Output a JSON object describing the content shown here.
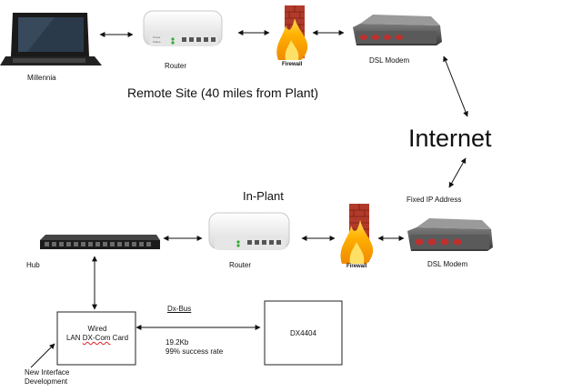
{
  "devices": {
    "millennia": "Millennia",
    "router_top": "Router",
    "firewall_top": "Firewall",
    "modem_top": "DSL Modem",
    "hub": "Hub",
    "router_bottom": "Router",
    "firewall_bottom": "Firewall",
    "modem_bottom": "DSL Modem",
    "router_panel_line1": "Power",
    "router_panel_line2": "Status"
  },
  "headings": {
    "remote_site": "Remote Site (40 miles from Plant)",
    "internet": "Internet",
    "in_plant": "In-Plant",
    "fixed_ip": "Fixed IP Address"
  },
  "bus": {
    "label": "Dx-Bus",
    "speed": "19.2Kb",
    "success": "99% success rate"
  },
  "card_box": {
    "line1": "Wired",
    "line2_prefix": "LAN ",
    "line2_brand": "DX-Com",
    "line2_suffix": " Card"
  },
  "dx_box": {
    "label": "DX4404"
  },
  "note": {
    "line1": "New Interface",
    "line2": "Development"
  },
  "colors": {
    "modem_led": "#c0302f",
    "firewall_brick": "#b23a2a",
    "flame": "#f5a000",
    "laptop_screen": "#2b3a4a"
  }
}
